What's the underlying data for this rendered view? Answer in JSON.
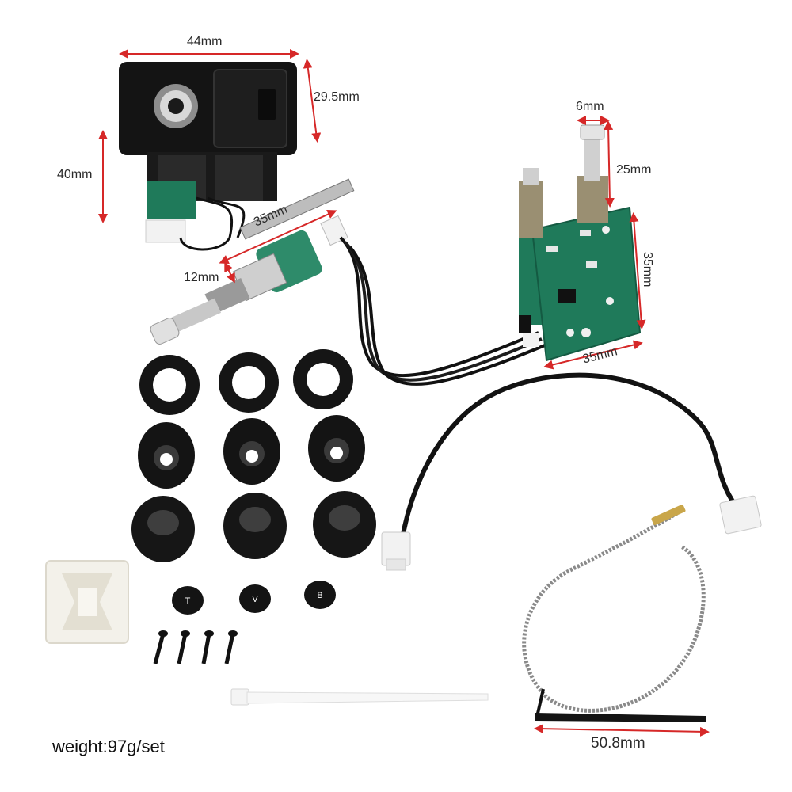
{
  "dimensions": {
    "jack_width": "44mm",
    "jack_height": "29.5mm",
    "jack_depth": "40mm",
    "switch_length": "35mm",
    "switch_shaft": "12mm",
    "pot_shaft_diameter": "6mm",
    "pot_shaft_length": "25mm",
    "board_height": "35mm",
    "board_width": "35mm",
    "pickup_length": "50.8mm"
  },
  "knobs": [
    "T",
    "V",
    "B"
  ],
  "caption": "weight:97g/set",
  "colors": {
    "pcb_green": "#1f7a5a",
    "pot_green": "#2e8b6a",
    "arrow_red": "#d62828",
    "rubber_black": "#151515",
    "connector_white": "#f2f2f2"
  }
}
